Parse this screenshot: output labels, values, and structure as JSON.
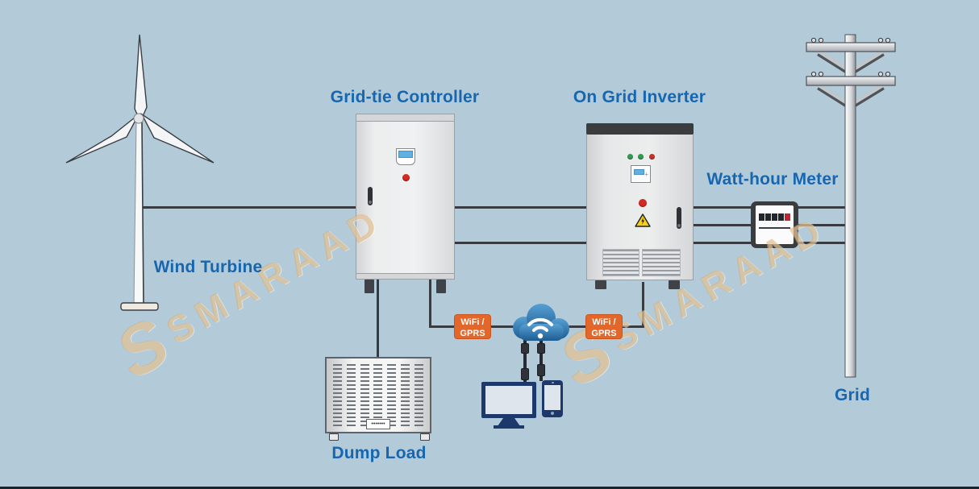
{
  "background": {
    "color": "#b3cad8",
    "footer_line_color": "#17232e"
  },
  "label_color": "#1767b0",
  "labels": {
    "wind_turbine": "Wind Turbine",
    "grid_tie_controller": "Grid-tie Controller",
    "on_grid_inverter": "On Grid Inverter",
    "watt_hour_meter": "Watt-hour Meter",
    "dump_load": "Dump Load",
    "grid": "Grid"
  },
  "wifi_gprs": {
    "line1": "WiFi /",
    "line2": "GPRS",
    "bg_color": "#e3672a",
    "text_color": "#ffffff"
  },
  "watermark": {
    "logo": "S",
    "text": "SMARAAD",
    "color": "#d7a86a"
  },
  "icons": {
    "cloud": "cloud-icon",
    "wifi": "wifi-signal-icon",
    "warning": "warning-triangle-icon",
    "monitor": "monitor-icon",
    "phone": "smartphone-icon"
  },
  "colors": {
    "wire": "#373c42",
    "cabinet_body": "#e9eaeb",
    "inverter_top_band": "#3b3c3e",
    "led_green": "#2f9e4c",
    "led_red": "#c6342c",
    "button_red": "#d42a24",
    "screen_blue": "#5fb0e4",
    "cloud_blue_top": "#529cd2",
    "cloud_blue_bottom": "#1e5d92",
    "device_navy": "#1d386b",
    "meter_frame": "#3b3c3e",
    "meter_digit_red": "#bf2430",
    "tag_orange": "#e3672a"
  }
}
